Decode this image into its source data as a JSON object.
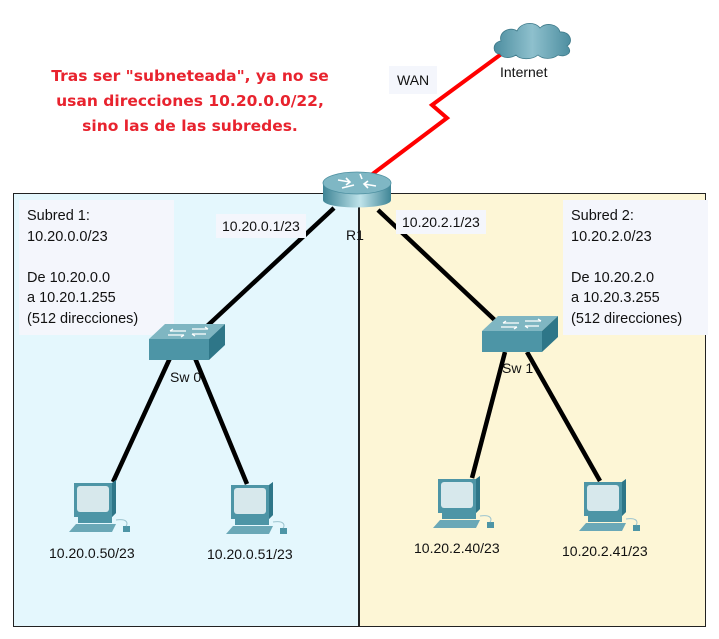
{
  "title_note": {
    "lines": [
      "Tras ser \"subneteada\", ya no se",
      "usan direcciones 10.20.0.0/22,",
      "sino las de las subredes."
    ],
    "color": "#e8232e"
  },
  "wan": {
    "link_label": "WAN",
    "cloud_label": "Internet",
    "link_color": "#ff0000"
  },
  "router": {
    "name": "R1",
    "left_interface": "10.20.0.1/23",
    "right_interface": "10.20.2.1/23"
  },
  "subnets": [
    {
      "title": "Subred 1:",
      "network": "10.20.0.0/23",
      "range_from": "De 10.20.0.0",
      "range_to": "a 10.20.1.255",
      "count": "(512 direcciones)",
      "background": "#e4f7fd",
      "switch": "Sw 0",
      "pcs": [
        "10.20.0.50/23",
        "10.20.0.51/23"
      ]
    },
    {
      "title": "Subred 2:",
      "network": "10.20.2.0/23",
      "range_from": "De 10.20.2.0",
      "range_to": "a 10.20.3.255",
      "count": "(512 direcciones)",
      "background": "#fdf6d6",
      "switch": "Sw 1",
      "pcs": [
        "10.20.2.40/23",
        "10.20.2.41/23"
      ]
    }
  ],
  "icons": {
    "cloud": "cloud-icon",
    "router": "router-icon",
    "switch": "switch-icon",
    "pc": "pc-icon"
  }
}
